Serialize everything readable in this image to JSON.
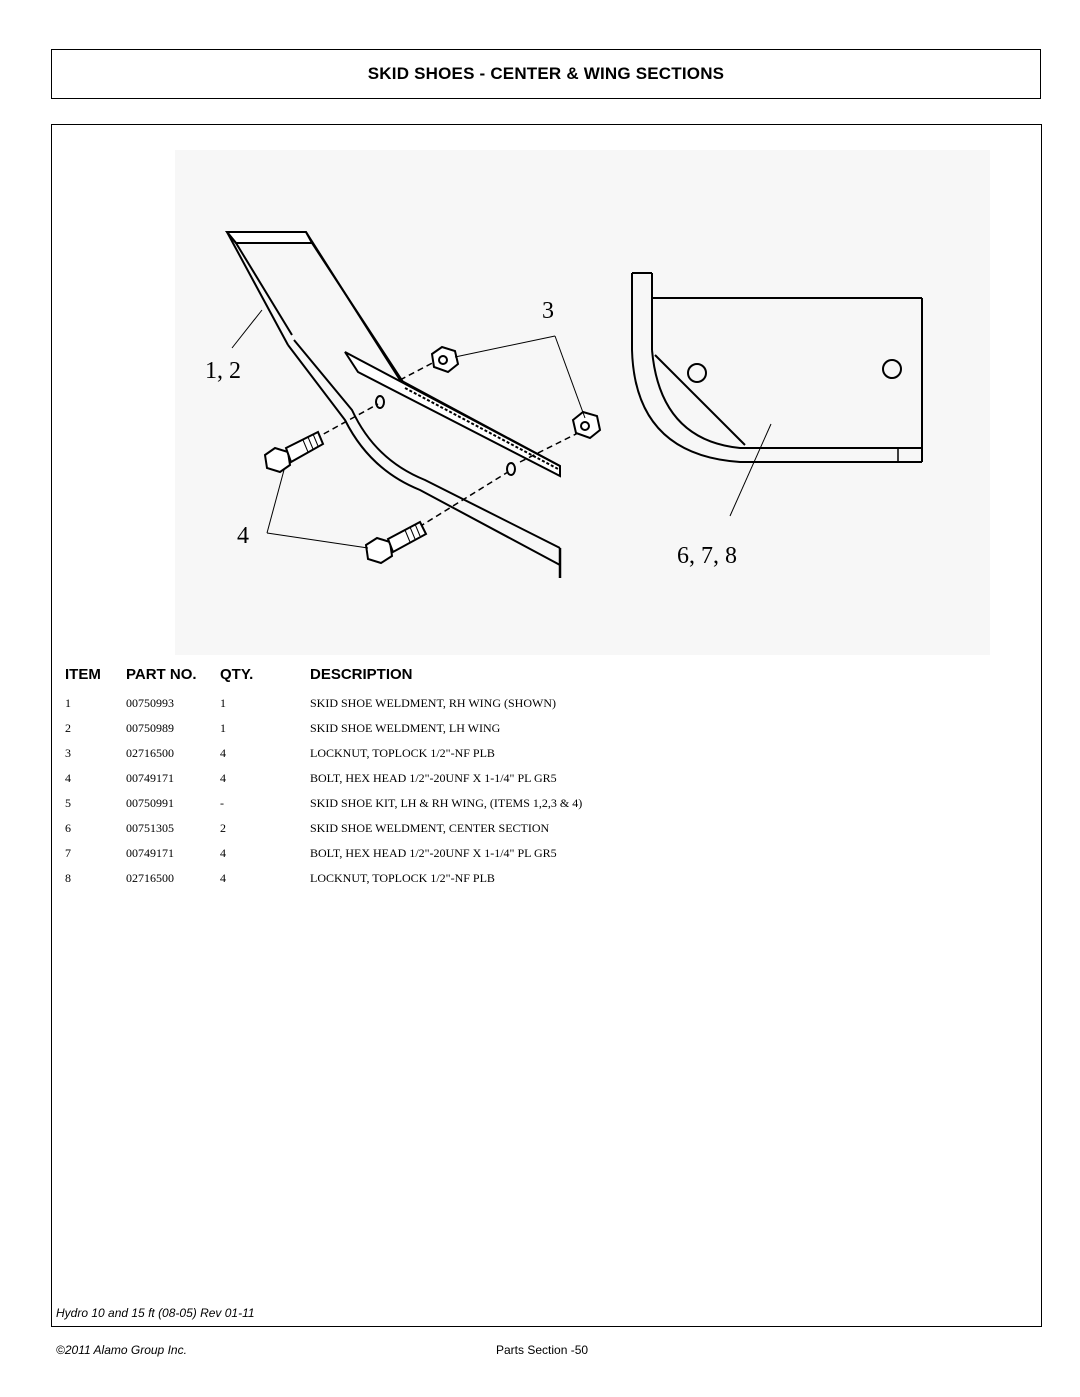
{
  "page_title": "SKID SHOES - CENTER & WING SECTIONS",
  "diagram": {
    "callouts": [
      "1, 2",
      "3",
      "4",
      "6, 7, 8"
    ]
  },
  "table": {
    "headers": {
      "item": "ITEM",
      "part_no": "PART NO.",
      "qty": "QTY.",
      "description": "DESCRIPTION"
    },
    "rows": [
      {
        "item": "1",
        "part_no": "00750993",
        "qty": "1",
        "description": "SKID SHOE WELDMENT, RH WING (SHOWN)"
      },
      {
        "item": "2",
        "part_no": "00750989",
        "qty": "1",
        "description": "SKID SHOE WELDMENT, LH WING"
      },
      {
        "item": "3",
        "part_no": "02716500",
        "qty": "4",
        "description": "LOCKNUT, TOPLOCK 1/2\"-NF PLB"
      },
      {
        "item": "4",
        "part_no": "00749171",
        "qty": "4",
        "description": "BOLT, HEX HEAD 1/2\"-20UNF X 1-1/4\" PL GR5"
      },
      {
        "item": "5",
        "part_no": "00750991",
        "qty": "-",
        "description": "SKID SHOE KIT, LH & RH WING, (ITEMS 1,2,3 & 4)"
      },
      {
        "item": "6",
        "part_no": "00751305",
        "qty": "2",
        "description": "SKID SHOE WELDMENT, CENTER SECTION"
      },
      {
        "item": "7",
        "part_no": "00749171",
        "qty": "4",
        "description": "BOLT, HEX HEAD 1/2\"-20UNF X 1-1/4\"  PL GR5"
      },
      {
        "item": "8",
        "part_no": "02716500",
        "qty": "4",
        "description": "LOCKNUT, TOPLOCK 1/2\"-NF PLB"
      }
    ]
  },
  "footer": {
    "revision": "Hydro 10 and 15 ft (08-05) Rev 01-11",
    "copyright": "©2011 Alamo Group Inc.",
    "page": "Parts Section -50"
  }
}
